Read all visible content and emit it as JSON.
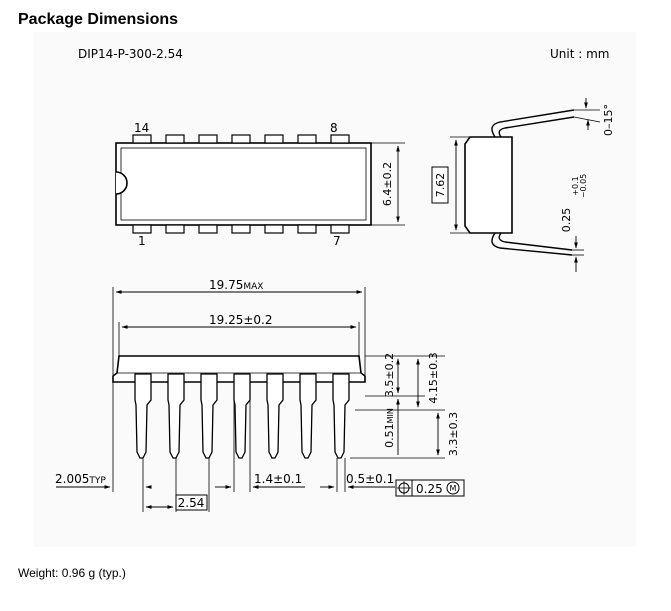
{
  "page": {
    "title": "Package Dimensions",
    "footer": "Weight: 0.96 g (typ.)"
  },
  "drawing": {
    "package_name": "DIP14-P-300-2.54",
    "unit_label": "Unit : mm",
    "top_view": {
      "pin_top_left": "14",
      "pin_top_right": "8",
      "pin_bottom_left": "1",
      "pin_bottom_right": "7",
      "body_width": "6.4±0.2"
    },
    "side_view": {
      "row_spacing": "7.62",
      "lead_angle": "0–15°",
      "lead_thickness": "0.25",
      "lead_thickness_tol_plus": "+0.1",
      "lead_thickness_tol_minus": "−0.05"
    },
    "front_view": {
      "overall_length_value": "19.75",
      "overall_length_suffix": "MAX",
      "body_length": "19.25±0.2",
      "body_height": "3.5±0.2",
      "seated_height": "4.15±0.3",
      "standoff_value": "0.51",
      "standoff_suffix": "MIN",
      "lead_length": "3.3±0.3",
      "end_distance_value": "2.005",
      "end_distance_suffix": "TYP",
      "pitch": "2.54",
      "shoulder_width": "1.4±0.1",
      "lead_width": "0.5±0.1",
      "position_tolerance": "0.25",
      "modifier": "M"
    }
  }
}
